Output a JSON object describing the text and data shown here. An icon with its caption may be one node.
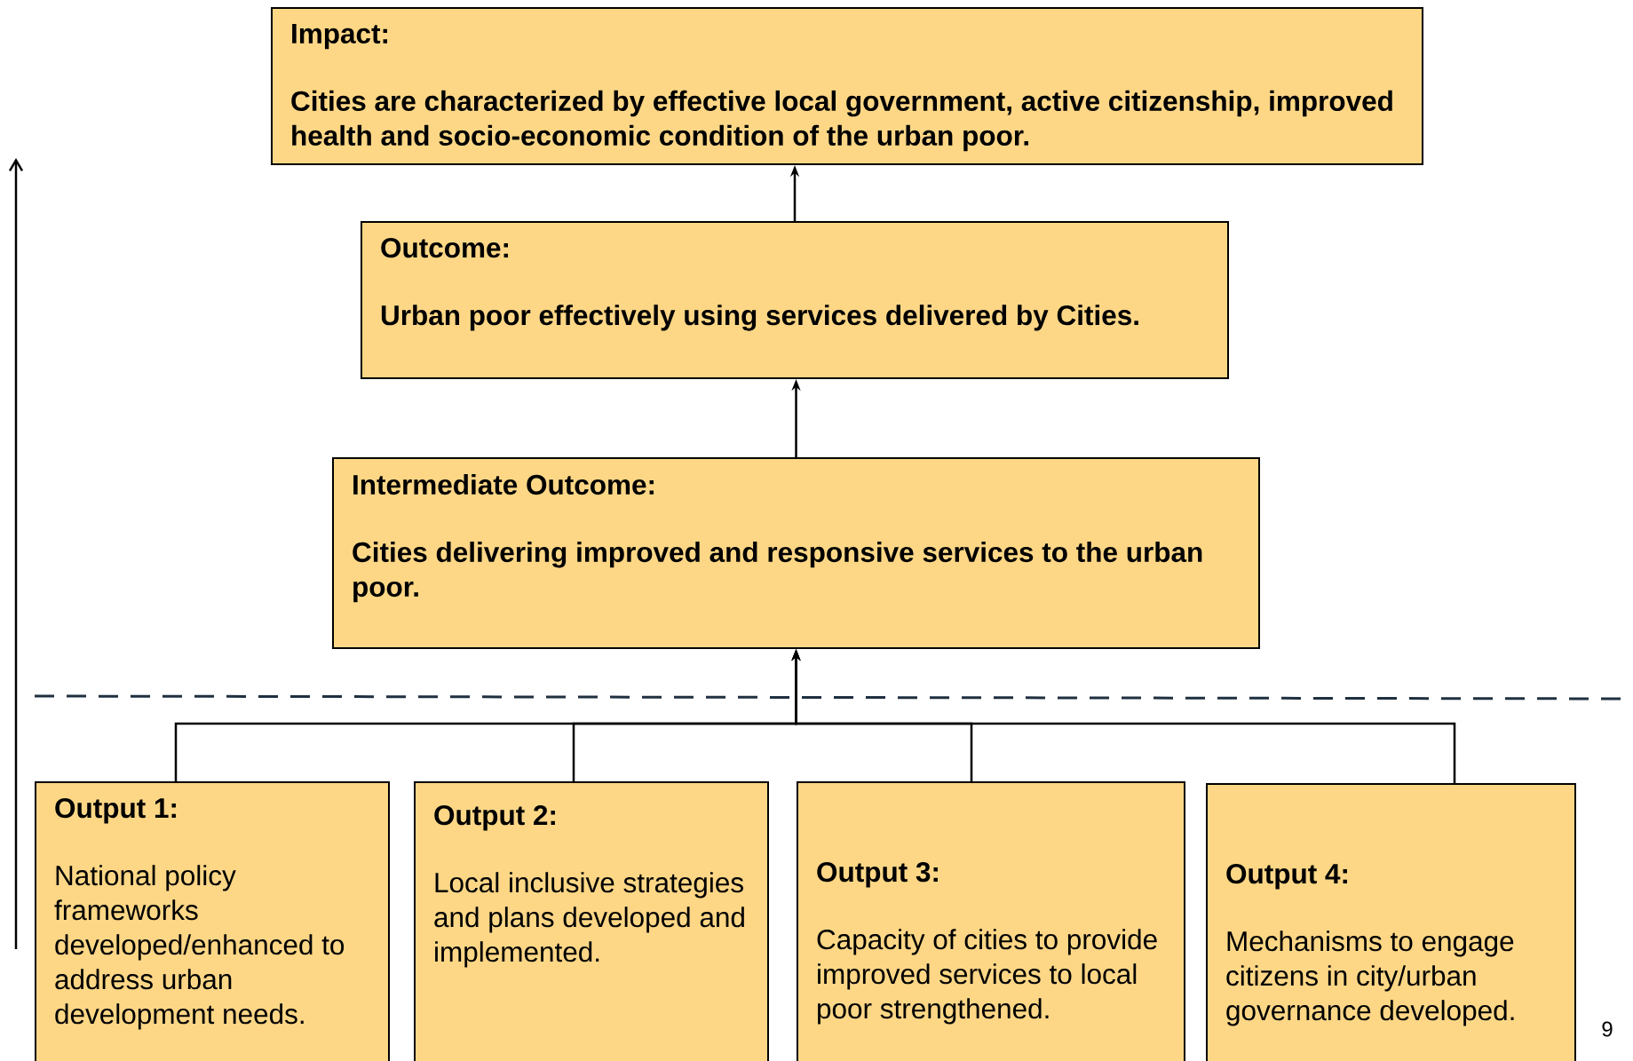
{
  "diagram": {
    "nodes": [
      {
        "text": [
          "Impact:",
          "Cities are characterized by effective local government, active citizenship, improved health and socio-economic condition of the urban poor."
        ]
      },
      {
        "text": [
          "Outcome:",
          "Urban poor effectively using services delivered by Cities."
        ]
      },
      {
        "text": [
          "Intermediate Outcome:",
          "Cities delivering improved and responsive services to the urban poor."
        ]
      },
      {
        "text": [
          "Output 1:",
          "National policy frameworks developed/enhanced to address urban development needs."
        ]
      },
      {
        "text": [
          "Output 2:",
          "Local inclusive strategies and plans developed and implemented."
        ]
      },
      {
        "text": [
          "Output 3:",
          "Capacity of cities to provide improved services to local poor strengthened."
        ]
      },
      {
        "text": [
          "Output 4:",
          "Mechanisms to engage citizens in city/urban governance developed."
        ]
      }
    ],
    "edges": [
      {
        "from": 1,
        "to": 0,
        "arrow": "to"
      },
      {
        "from": 2,
        "to": 1,
        "arrow": "to"
      },
      {
        "from": 3,
        "to": 2,
        "arrow": "to"
      },
      {
        "from": 4,
        "to": 2,
        "arrow": "to"
      },
      {
        "from": 5,
        "to": 2,
        "arrow": "to"
      },
      {
        "from": 6,
        "to": 2,
        "arrow": "to"
      }
    ],
    "labels": [
      "9"
    ]
  }
}
